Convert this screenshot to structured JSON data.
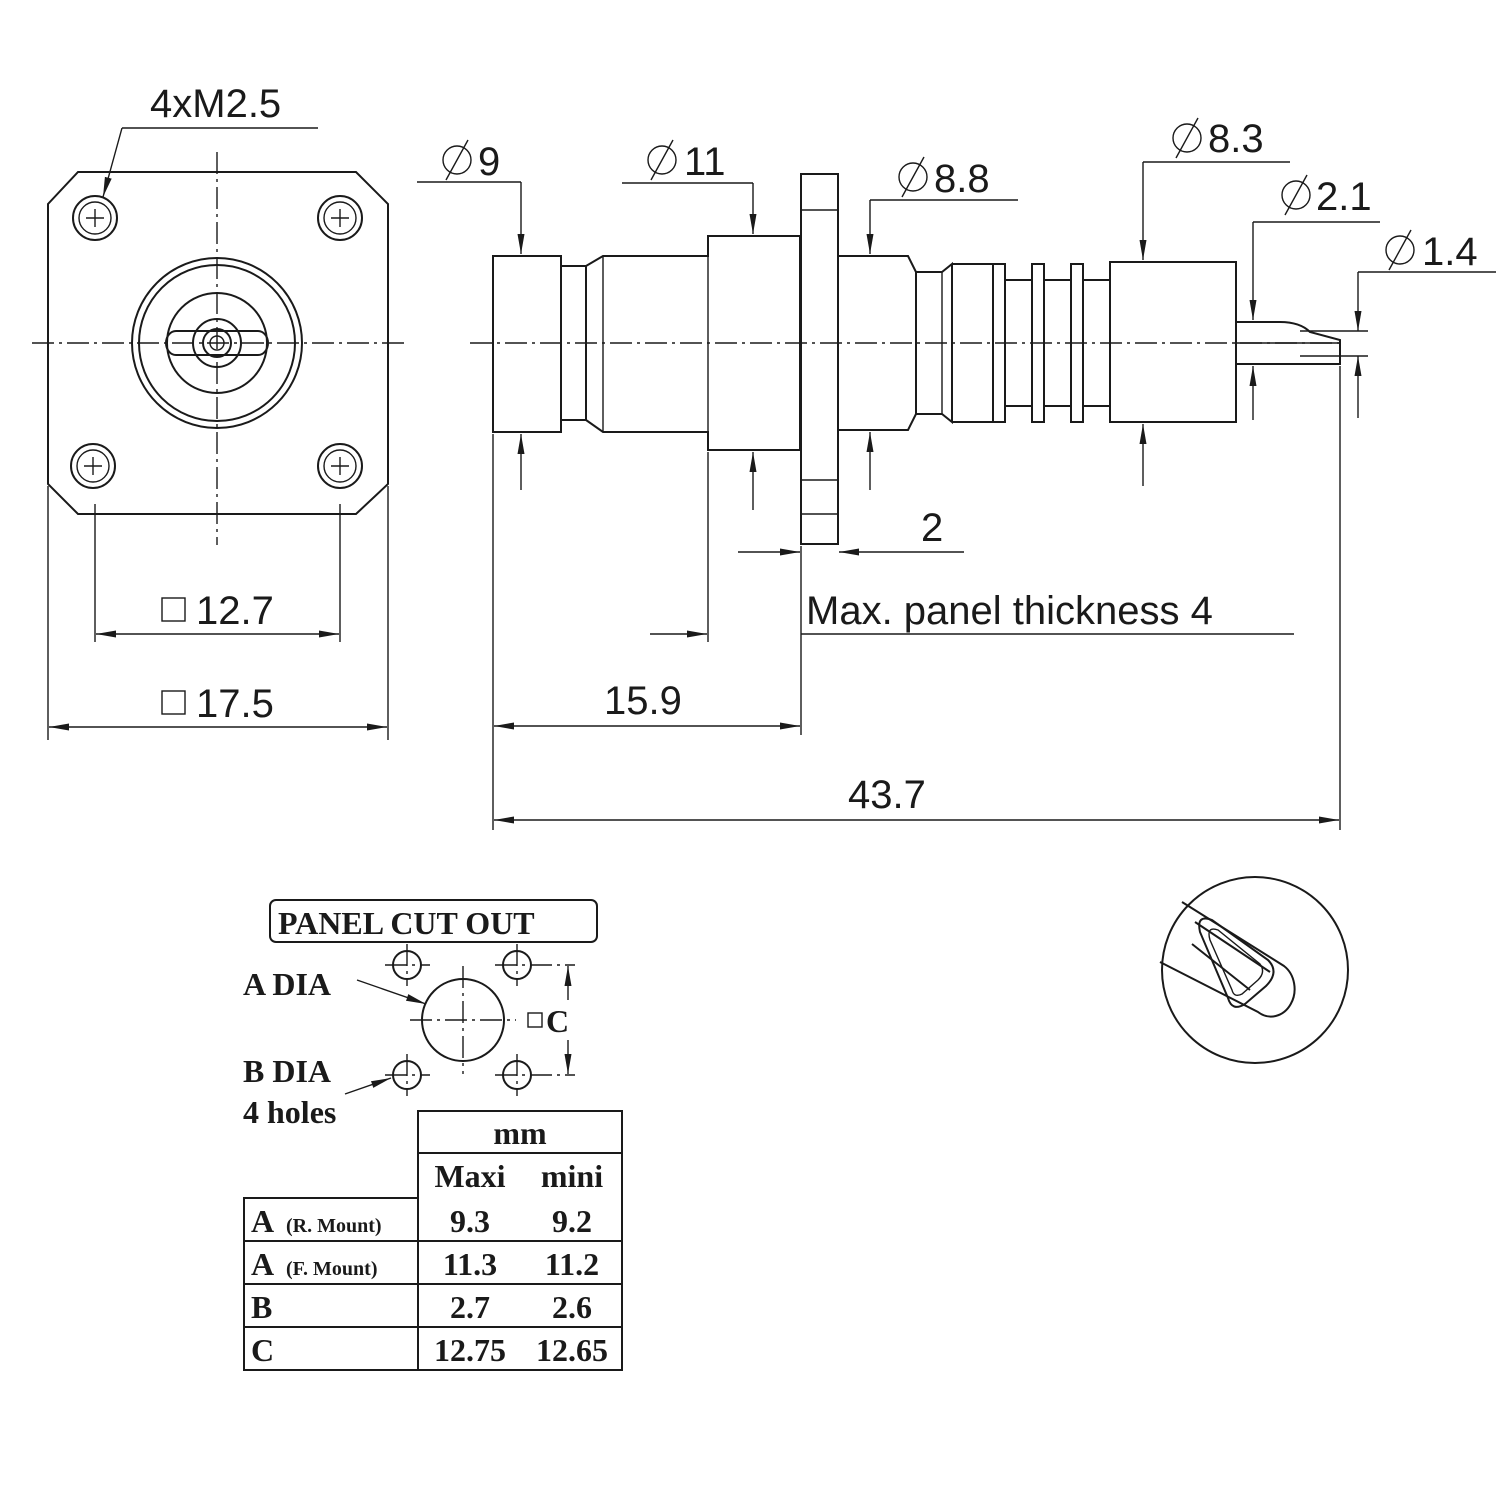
{
  "front_view": {
    "thread_label": "4xM2.5",
    "square_inner": "12.7",
    "square_outer": "17.5"
  },
  "side_view": {
    "dia_9": "9",
    "dia_11": "11",
    "dia_8_8": "8.8",
    "dia_8_3": "8.3",
    "dia_2_1": "2.1",
    "dia_1_4": "1.4",
    "flange_thickness": "2",
    "panel_note": "Max. panel thickness 4",
    "length_front": "15.9",
    "length_total": "43.7"
  },
  "panel_cutout": {
    "title": "PANEL CUT OUT",
    "a_dia": "A DIA",
    "b_dia": "B DIA",
    "holes": "4 holes",
    "c_label": "C"
  },
  "table": {
    "unit": "mm",
    "col_maxi": "Maxi",
    "col_mini": "mini",
    "rows": [
      {
        "label": "A",
        "sub": "(R. Mount)",
        "maxi": "9.3",
        "mini": "9.2"
      },
      {
        "label": "A",
        "sub": "(F. Mount)",
        "maxi": "11.3",
        "mini": "11.2"
      },
      {
        "label": "B",
        "sub": "",
        "maxi": "2.7",
        "mini": "2.6"
      },
      {
        "label": "C",
        "sub": "",
        "maxi": "12.75",
        "mini": "12.65"
      }
    ]
  }
}
